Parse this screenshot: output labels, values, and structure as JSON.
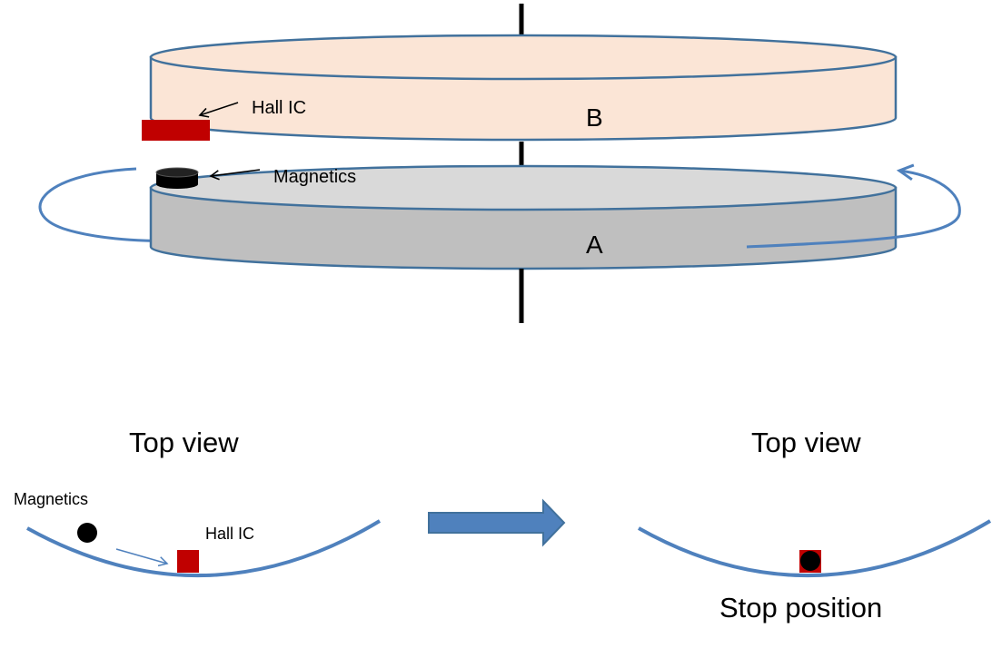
{
  "colors": {
    "disk_b_fill": "#FBE5D6",
    "disk_a_top": "#D9D9D9",
    "disk_a_side": "#BFBFBF",
    "outline": "#41719C",
    "rotation_arrow": "#4F81BD",
    "hall_ic": "#C00000",
    "magnet": "#000000"
  },
  "disk_b": {
    "label": "B"
  },
  "disk_a": {
    "label": "A"
  },
  "hall_ic": {
    "label": "Hall IC"
  },
  "magnetics": {
    "label": "Magnetics"
  },
  "top_view_left": {
    "title": "Top view",
    "magnetics_label": "Magnetics",
    "hall_ic_label": "Hall IC"
  },
  "top_view_right": {
    "title": "Top view",
    "caption": "Stop position"
  }
}
